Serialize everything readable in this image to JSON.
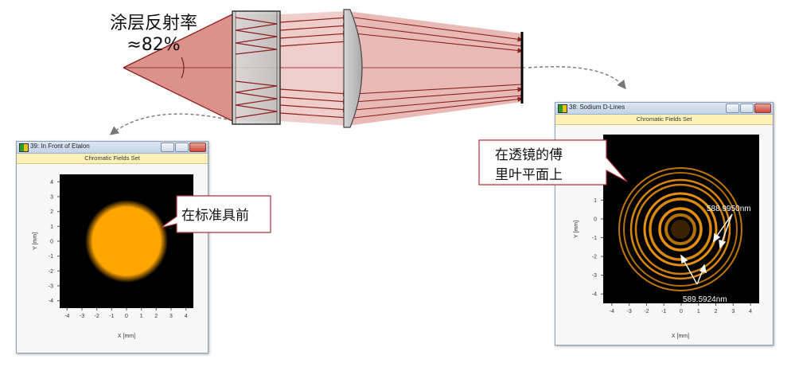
{
  "coating": {
    "label_line1": "涂层反射率",
    "label_line2": "≈82%"
  },
  "window_left": {
    "title": "39: In Front of Etalon",
    "ribbon": "Chromatic Fields Set",
    "xlabel": "X [mm]",
    "ylabel": "Y [mm]",
    "ticks": [
      "-4",
      "-3",
      "-2",
      "-1",
      "0",
      "1",
      "2",
      "3",
      "4"
    ]
  },
  "window_right": {
    "title": "38: Sodium D-Lines",
    "ribbon": "Chromatic Fields Set",
    "xlabel": "X [mm]",
    "ylabel": "Y [mm]",
    "ticks": [
      "-4",
      "-3",
      "-2",
      "-1",
      "0",
      "1",
      "2",
      "3",
      "4"
    ],
    "label_top": "588.9950nm",
    "label_bottom": "589.5924nm"
  },
  "callout_left": {
    "text": "在标准具前"
  },
  "callout_right": {
    "line1": "在透镜的傅",
    "line2": "里叶平面上"
  },
  "colors": {
    "beam": "#b22c2c",
    "spot": "#ffa500",
    "rings": "#ff9f0a",
    "callout_border": "#b0323a"
  }
}
